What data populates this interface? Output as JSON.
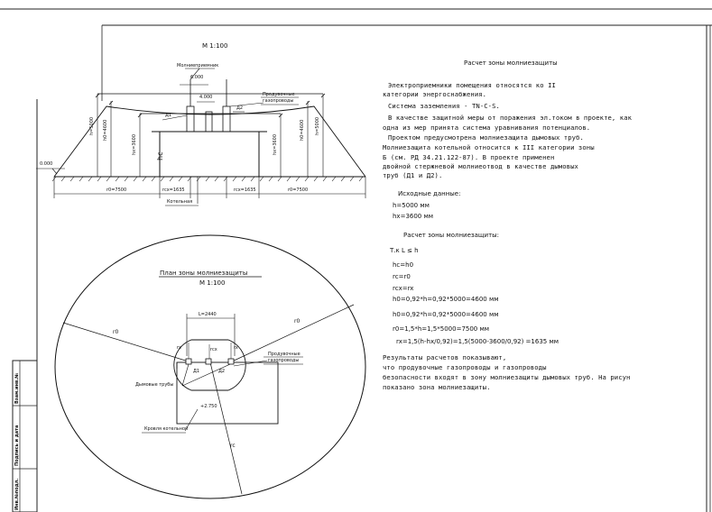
{
  "section_scale": "М 1:100",
  "plan_scale": "М 1:100",
  "plan_title": "План зоны молниезащиты",
  "calc_title": "Расчет зоны молниезащиты",
  "section_labels": {
    "lightning_rod": "Молниеприемник",
    "rod_dim": "6.000",
    "rod_dim2": "4.000",
    "pipes_callout": "Продувочные газопроводы",
    "pipe_d1": "Д1",
    "pipe_d2": "Д2",
    "ground_mark": "0.000",
    "h": "h=5000",
    "h0_left": "h0=4600",
    "hx_left": "hx=3600",
    "hc": "hc",
    "h0_right": "h0=4600",
    "h_right": "h=5000",
    "hx_right": "hx=3600",
    "r0_left": "r0=7500",
    "rcx_left": "rcx=1635",
    "rcx_right": "rcx=1635",
    "r0_right": "r0=7500",
    "boiler": "Котельная"
  },
  "plan_labels": {
    "L": "L=2440",
    "r0_left": "r0",
    "r0_right": "r0",
    "rc": "rc",
    "rx_left": "rx",
    "rx_right": "rx",
    "rcx": "rcx",
    "d1": "Д1",
    "d2": "Д2",
    "chimneys": "Дымовые трубы",
    "pipes_callout": "Продувочные газопроводы",
    "roof_mark": "+2.750",
    "roof": "Кровля котельной"
  },
  "paragraph1": [
    "Электроприемники помещения  относятся ко II",
    "категории энергоснабжения.",
    "Система заземления - TN-C-S.",
    "В качестве защитной меры от поражения эл.током в проекте, как",
    "одна из мер принята система уравнивания потенциалов.",
    "Проектом предусмотрена молниезащита дымовых труб.",
    "Молниезащита котельной относится к III категории зоны",
    "Б (см. РД 34.21.122-87).  В проекте применен",
    "двойной стержневой молниеотвод в качестве дымовых",
    "труб (Д1 и Д2)."
  ],
  "input_title": "Исходные данные:",
  "input_lines": [
    "h=5000 мм",
    "hx=3600 мм"
  ],
  "calc_subtitle": "Расчет зоны молниезащиты:",
  "calc_lines": [
    "Т.к L  ≤ h",
    "hc=h0",
    "rc=r0",
    "rcx=rx",
    "h0=0,92*h=0,92*5000=4600 мм",
    "h0=0,92*h=0,92*5000=4600 мм",
    "r0=1,5*h=1,5*5000=7500 мм",
    "rx=1,5(h-hx/0,92)=1,5(5000-3600/0,92) =1635 мм"
  ],
  "result_lines": [
    "Результаты расчетов показывают,",
    "что продувочные газопроводы и газопроводы",
    "безопасности входят в зону молниезащиты дымовых труб. На рисун",
    "показано зона молниезащиты."
  ],
  "stamp_labels": [
    "Взам.инв.№",
    "Подпись и дата",
    "Инв.№подл."
  ]
}
